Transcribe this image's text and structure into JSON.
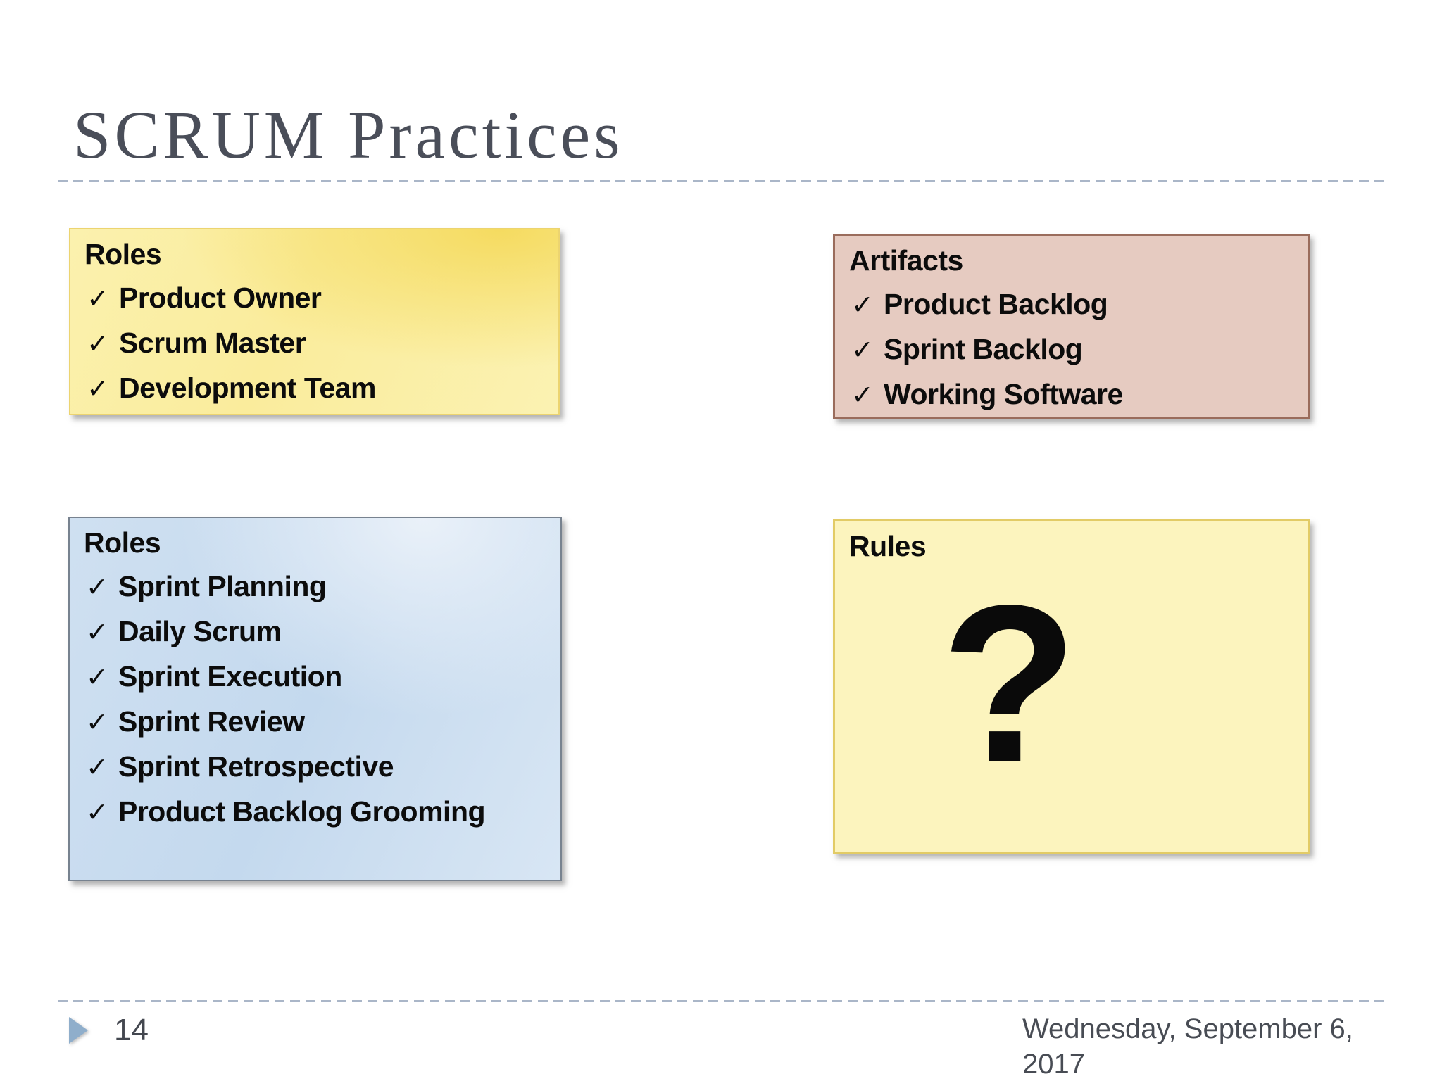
{
  "slide": {
    "title": "SCRUM Practices",
    "footer": {
      "page_number": "14",
      "date": "Wednesday, September 6, 2017"
    }
  },
  "icons": {
    "checkmark": "✓",
    "footer_arrow": "right-pointing-triangle"
  },
  "colors": {
    "title_text": "#4a4e59",
    "body_text": "#0c0c0c",
    "dashed_line": "#aab6c8",
    "footer_arrow_fill": "#8faecb",
    "footer_text": "#43474f",
    "note_roles_top_fill_start": "#fbf1ae",
    "note_roles_top_fill_end": "#f5db60",
    "note_roles_top_border": "#ecd470",
    "note_artifacts_fill": "#e6cbc1",
    "note_artifacts_border": "#9a6c5c",
    "note_ceremonies_fill": "#c9dcef",
    "note_ceremonies_border": "#77828f",
    "note_rules_fill": "#fcf4be",
    "note_rules_border": "#e2cb66"
  },
  "notes": {
    "roles_top": {
      "title": "Roles",
      "items": [
        "Product Owner",
        "Scrum Master",
        "Development Team"
      ]
    },
    "artifacts": {
      "title": "Artifacts",
      "items": [
        "Product Backlog",
        "Sprint Backlog",
        "Working Software"
      ]
    },
    "ceremonies": {
      "title": "Roles",
      "items": [
        "Sprint Planning",
        "Daily Scrum",
        "Sprint Execution",
        "Sprint Review",
        "Sprint Retrospective",
        "Product Backlog Grooming"
      ]
    },
    "rules": {
      "title": "Rules",
      "symbol": "?"
    }
  }
}
